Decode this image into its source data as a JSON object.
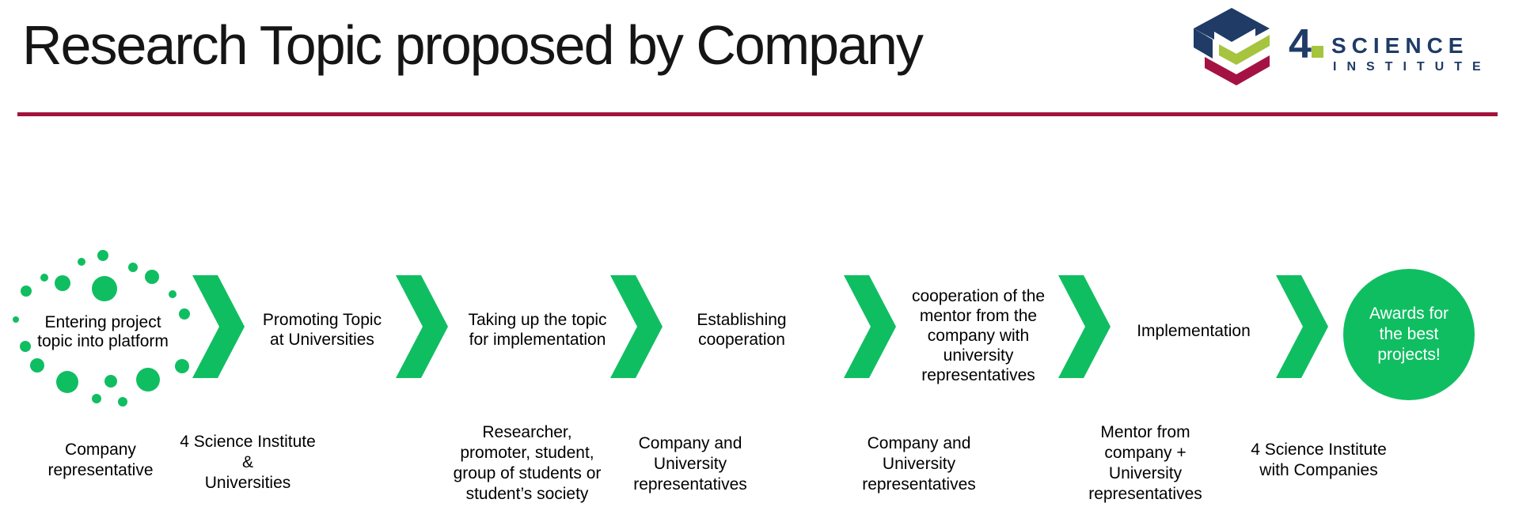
{
  "slide": {
    "title": "Research Topic proposed by Company",
    "divider_color": "#A3123C",
    "flow_green": "#10BE62"
  },
  "logo": {
    "number": "4",
    "name": "SCIENCE",
    "subtitle": "INSTITUTE",
    "navy": "#1F3B66",
    "lime": "#A6C43E",
    "crimson": "#A41244"
  },
  "steps": [
    {
      "label": "Entering project\ntopic into platform",
      "sub": "Company\nrepresentative"
    },
    {
      "label": "Promoting Topic\nat Universities",
      "sub": "4 Science Institute\n&\nUniversities"
    },
    {
      "label": "Taking up the topic\nfor implementation",
      "sub": "Researcher,\npromoter, student,\ngroup of students or\nstudent’s society"
    },
    {
      "label": "Establishing\ncooperation",
      "sub": "Company and\nUniversity\nrepresentatives"
    },
    {
      "label": "cooperation of the\nmentor from the\ncompany with\nuniversity\nrepresentatives",
      "sub": "Company and\nUniversity\nrepresentatives"
    },
    {
      "label": "Implementation",
      "sub": "Mentor from\ncompany +\nUniversity\nrepresentatives"
    },
    {
      "label": "Awards for\nthe best\nprojects!",
      "sub": "4 Science Institute\nwith Companies"
    }
  ]
}
